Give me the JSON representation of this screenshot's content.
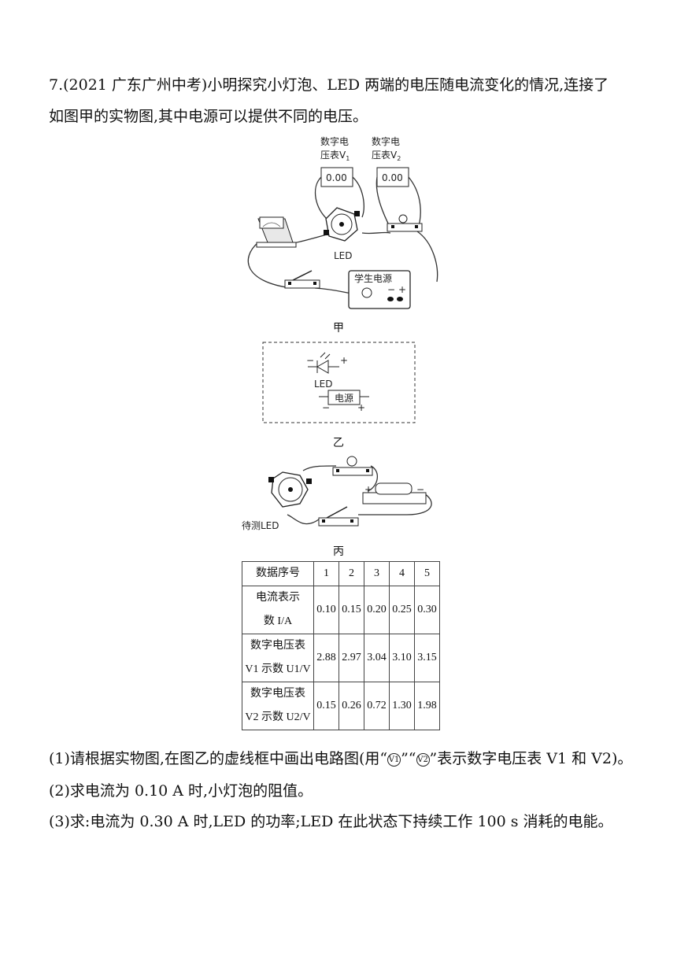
{
  "question": {
    "line1": "7.(2021 广东广州中考)小明探究小灯泡、LED 两端的电压随电流变化的情况,连接了",
    "line2": "如图甲的实物图,其中电源可以提供不同的电压。"
  },
  "fig_jia": {
    "meter1_label_a": "数字电",
    "meter1_label_b": "压表V",
    "meter1_sub": "1",
    "meter2_label_a": "数字电",
    "meter2_label_b": "压表V",
    "meter2_sub": "2",
    "meter1_reading": "0.00",
    "meter2_reading": "0.00",
    "led_label": "LED",
    "psu_label": "学生电源",
    "psu_minus": "−",
    "psu_plus": "+",
    "caption": "甲"
  },
  "fig_yi": {
    "led_minus": "−",
    "led_plus": "+",
    "led_label": "LED",
    "source_label": "电源",
    "source_minus": "−",
    "source_plus": "+",
    "caption": "乙"
  },
  "fig_bing": {
    "led_label": "待测LED",
    "battery_plus": "+",
    "battery_minus": "−",
    "caption": "丙"
  },
  "table": {
    "header_label": "数据序号",
    "indices": [
      "1",
      "2",
      "3",
      "4",
      "5"
    ],
    "row1_label_a": "电流表示",
    "row1_label_b": "数 I/A",
    "row1_values": [
      "0.10",
      "0.15",
      "0.20",
      "0.25",
      "0.30"
    ],
    "row2_label_a": "数字电压表",
    "row2_label_b": "V1 示数 U1/V",
    "row2_values": [
      "2.88",
      "2.97",
      "3.04",
      "3.10",
      "3.15"
    ],
    "row3_label_a": "数字电压表",
    "row3_label_b": "V2 示数 U2/V",
    "row3_values": [
      "0.15",
      "0.26",
      "0.72",
      "1.30",
      "1.98"
    ]
  },
  "sub_questions": {
    "q1_pre": "(1)请根据实物图,在图乙的虚线框中画出电路图(用“",
    "q1_v1": "V1",
    "q1_mid": "”“",
    "q1_v2": "V2",
    "q1_post": "”表示数字电压表 V1 和 V2)。",
    "q2": "(2)求电流为 0.10 A 时,小灯泡的阻值。",
    "q3": "(3)求:电流为 0.30 A 时,LED 的功率;LED 在此状态下持续工作 100 s 消耗的电能。"
  }
}
